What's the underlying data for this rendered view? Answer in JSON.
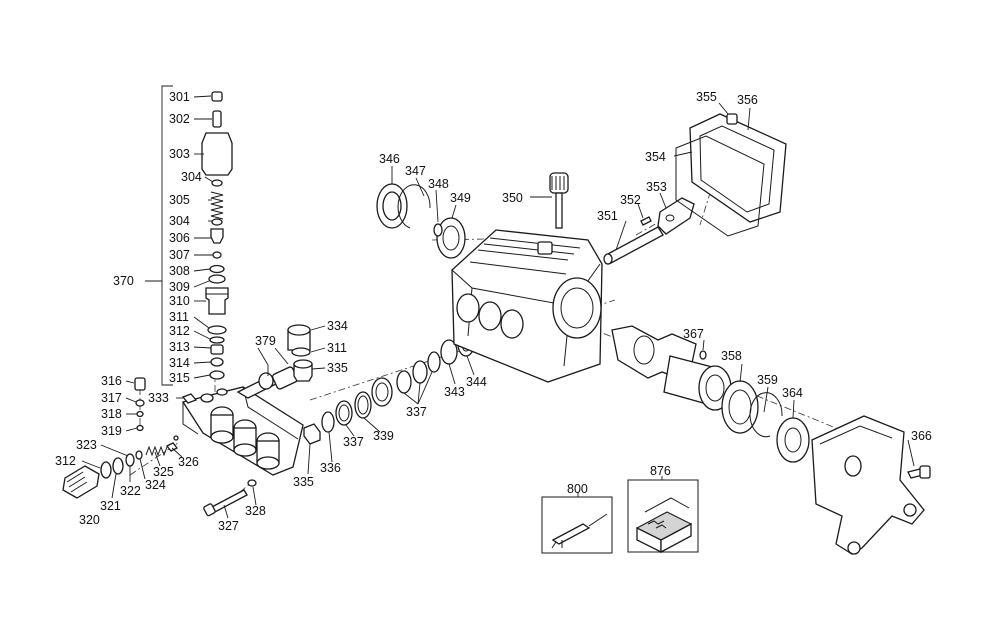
{
  "diagram": {
    "labels": {
      "p301": "301",
      "p302": "302",
      "p303": "303",
      "p304a": "304",
      "p305": "305",
      "p304b": "304",
      "p306": "306",
      "p307": "307",
      "p308": "308",
      "p309": "309",
      "p310": "310",
      "p311a": "311",
      "p312a": "312",
      "p313": "313",
      "p314": "314",
      "p315": "315",
      "p370": "370",
      "p316": "316",
      "p317": "317",
      "p318": "318",
      "p319": "319",
      "p333": "333",
      "p323": "323",
      "p312b": "312",
      "p322": "322",
      "p321": "321",
      "p320": "320",
      "p324": "324",
      "p325": "325",
      "p326": "326",
      "p327": "327",
      "p328": "328",
      "p379": "379",
      "p334": "334",
      "p311b": "311",
      "p335a": "335",
      "p335b": "335",
      "p336": "336",
      "p337a": "337",
      "p339": "339",
      "p337b": "337",
      "p343": "343",
      "p344": "344",
      "p346": "346",
      "p347": "347",
      "p348": "348",
      "p349": "349",
      "p350": "350",
      "p351": "351",
      "p352": "352",
      "p353": "353",
      "p354": "354",
      "p355": "355",
      "p356": "356",
      "p367": "367",
      "p358": "358",
      "p359": "359",
      "p364": "364",
      "p366": "366",
      "p800": "800",
      "p876": "876"
    }
  }
}
